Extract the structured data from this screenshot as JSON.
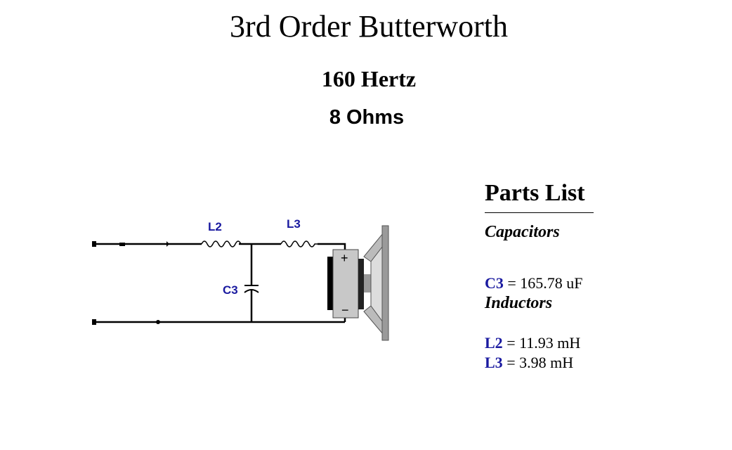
{
  "title": "3rd Order Butterworth",
  "frequency": "160 Hertz",
  "impedance": "8 Ohms",
  "diagram": {
    "labels": {
      "l2": "L2",
      "l3": "L3",
      "c3": "C3",
      "plus": "+",
      "minus": "−"
    }
  },
  "parts_list": {
    "heading": "Parts List",
    "capacitors_heading": "Capacitors",
    "capacitors": [
      {
        "name": "C3",
        "value": "= 165.78 uF"
      }
    ],
    "inductors_heading": "Inductors",
    "inductors": [
      {
        "name": "L2",
        "value": "= 11.93 mH"
      },
      {
        "name": "L3",
        "value": "= 3.98 mH"
      }
    ]
  },
  "colors": {
    "label": "#1a1aa0"
  }
}
